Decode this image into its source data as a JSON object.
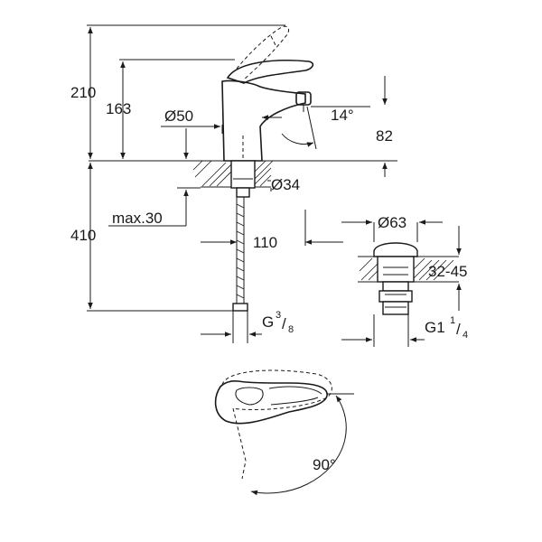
{
  "dimensions": {
    "height_total": "210",
    "height_spout": "163",
    "base_diameter": "Ø50",
    "spout_angle": "14°",
    "spout_height": "82",
    "hole_diameter": "Ø34",
    "max_thickness": "max.30",
    "projection": "110",
    "hose_length": "410",
    "hose_thread_main": "G",
    "hose_thread_num": "3",
    "hose_thread_den": "8",
    "waste_diameter": "Ø63",
    "waste_range": "32-45",
    "waste_thread_main": "G1",
    "waste_thread_num": "1",
    "waste_thread_den": "4",
    "lever_rotation": "90°"
  }
}
